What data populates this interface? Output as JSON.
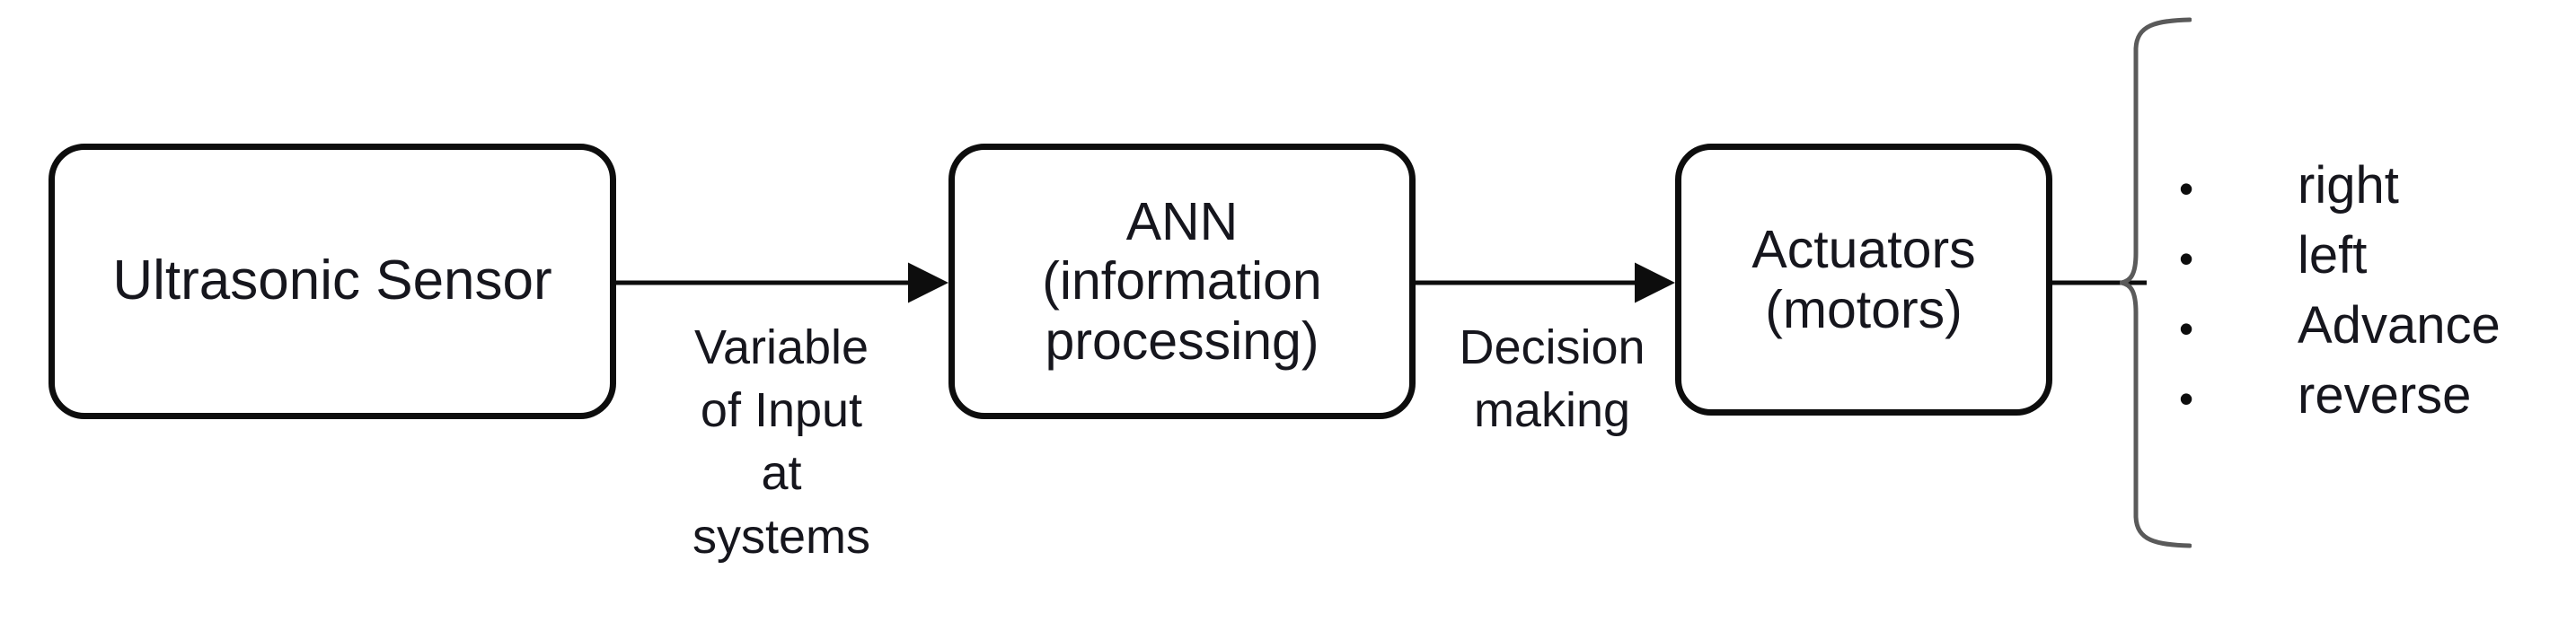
{
  "diagram": {
    "title": "Ultrasonic sensor to ANN to actuators control flow",
    "background_color": "#ffffff",
    "stroke_color": "#0d0d0d",
    "text_color": "#16161d",
    "brace_color": "#5a5a5a",
    "nodes": [
      {
        "id": "sensor",
        "label": "Ultrasonic Sensor",
        "shape": "rounded-rectangle"
      },
      {
        "id": "ann",
        "label": "ANN\n(information\nprocessing)",
        "shape": "rounded-rectangle"
      },
      {
        "id": "actuators",
        "label": "Actuators\n(motors)",
        "shape": "rounded-rectangle"
      }
    ],
    "edges": [
      {
        "id": "sensor-to-ann",
        "from": "sensor",
        "to": "ann",
        "label": "Variable\nof Input\nat\nsystems",
        "arrowhead": "filled-triangle"
      },
      {
        "id": "ann-to-actuators",
        "from": "ann",
        "to": "actuators",
        "label": "Decision\nmaking",
        "arrowhead": "filled-triangle"
      },
      {
        "id": "actuators-to-outputs",
        "from": "actuators",
        "to": "outputs",
        "label": "",
        "arrowhead": "none"
      }
    ],
    "outputs": {
      "group_symbol": "curly-brace",
      "bullet_glyph": "•",
      "items": [
        {
          "label": "right"
        },
        {
          "label": "left"
        },
        {
          "label": "Advance"
        },
        {
          "label": "reverse"
        }
      ]
    }
  }
}
